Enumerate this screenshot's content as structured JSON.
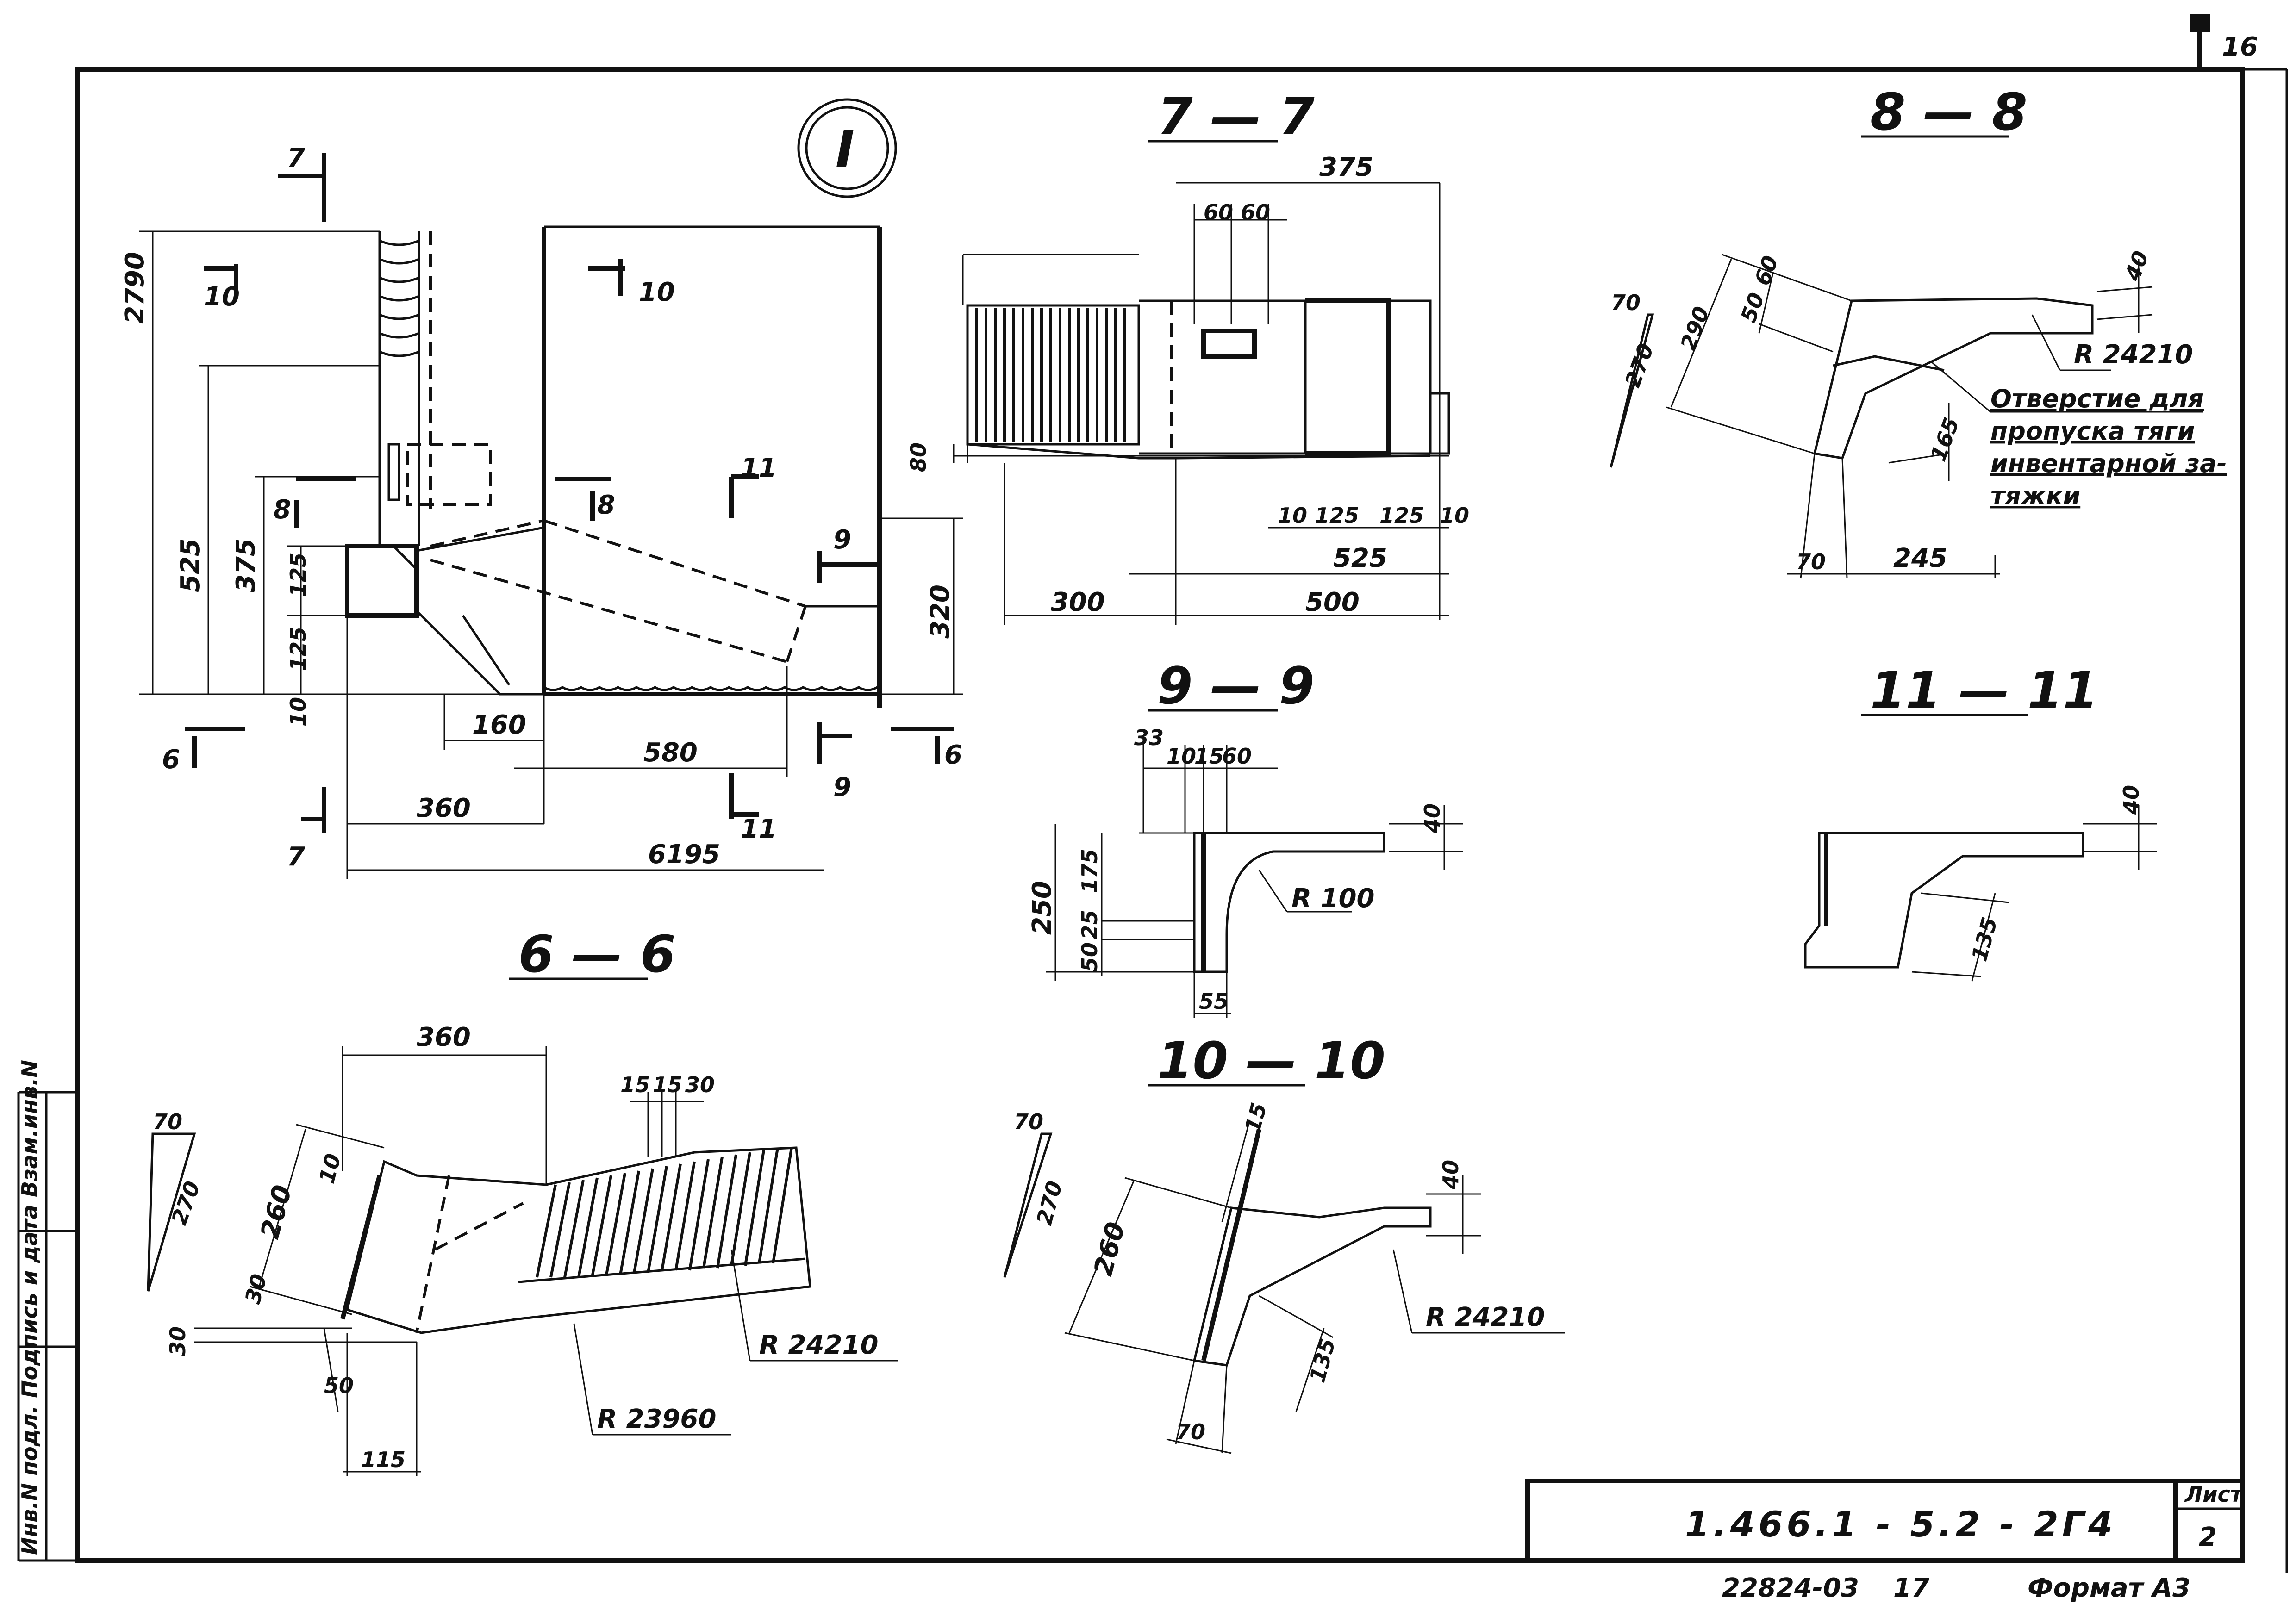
{
  "sheet": {
    "page_number": "16",
    "circle_label": "I",
    "title_block": {
      "code": "1.466.1 - 5.2 - 2Г4",
      "list_label": "Лист",
      "list_number": "2",
      "inventory": "22824-03",
      "copy_number": "17",
      "format": "Формат А3"
    },
    "left_strip": "Инв.N подл.  Подпись и дата  Взам.инв.N"
  },
  "plan": {
    "cut_labels": [
      "7",
      "7",
      "10",
      "10",
      "8",
      "8",
      "11",
      "11",
      "9",
      "9",
      "6",
      "6"
    ],
    "dims": {
      "d2790": "2790",
      "d525": "525",
      "d375": "375",
      "d125a": "125",
      "d125b": "125",
      "d10": "10",
      "d160": "160",
      "d580": "580",
      "d320": "320",
      "d360": "360",
      "d6195": "6195"
    }
  },
  "section77": {
    "title": "7 — 7",
    "dims": [
      "375",
      "60",
      "60",
      "80",
      "10",
      "125",
      "125",
      "10",
      "525",
      "300",
      "500"
    ]
  },
  "section88": {
    "title": "8 — 8",
    "dims": [
      "70",
      "270",
      "290",
      "50",
      "60",
      "40",
      "165",
      "70",
      "245"
    ],
    "radius": "R 24210",
    "note": [
      "Отверстие для",
      "пропуска тяги",
      "инвентарной за-",
      "тяжки"
    ]
  },
  "section99": {
    "title": "9 — 9",
    "dims": [
      "33",
      "10",
      "15",
      "60",
      "40",
      "250",
      "175",
      "25",
      "50",
      "55"
    ],
    "radius": "R 100"
  },
  "section1111": {
    "title": "11 — 11",
    "dims": [
      "40",
      "135"
    ]
  },
  "section66": {
    "title": "6 — 6",
    "dims": [
      "360",
      "15",
      "15",
      "30",
      "70",
      "270",
      "10",
      "260",
      "30",
      "30",
      "50",
      "115"
    ],
    "radius1": "R 24210",
    "radius2": "R 23960"
  },
  "section1010": {
    "title": "10 — 10",
    "dims": [
      "70",
      "270",
      "15",
      "40",
      "260",
      "135",
      "70"
    ],
    "radius": "R 24210"
  }
}
